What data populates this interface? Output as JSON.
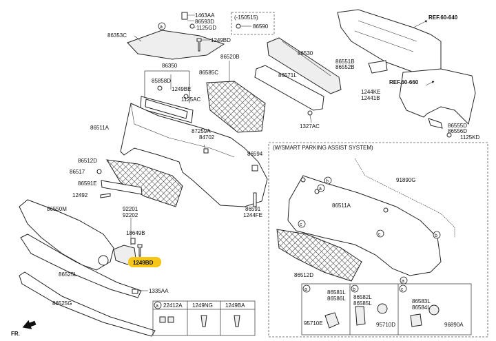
{
  "labels": {
    "p1463aa": "1463AA",
    "p86593d": "86593D",
    "p1125gd": "1125GD",
    "p86353c": "86353C",
    "p150515": "(-150515)",
    "p86590": "86590",
    "ref60640": "REF.60-640",
    "p1249bd_top": "1249BD",
    "p86520b": "86520B",
    "p86530": "86530",
    "p86350": "86350",
    "p85858d": "85858D",
    "p1249be": "1249BE",
    "p1125ac": "1125AC",
    "p86585c": "86585C",
    "p86571l": "86571L",
    "p86551b": "86551B",
    "p86552b": "86552B",
    "ref60660": "REF.60-660",
    "p1244ke": "1244KE",
    "p12441b": "12441B",
    "p86511a": "86511A",
    "p87259a": "87259A",
    "p84702": "84702",
    "p1327ac": "1327AC",
    "p86555d": "86555D",
    "p86556d": "86556D",
    "p1125kd": "1125KD",
    "p86512d": "86512D",
    "p86594": "86594",
    "p86517": "86517",
    "p86591e": "86591E",
    "p12492": "12492",
    "p86591": "86591",
    "p1244fe": "1244FE",
    "p86550m": "86550M",
    "p92201": "92201",
    "p92202": "92202",
    "p18649b": "18649B",
    "p1249bd_hl": "1249BD",
    "p86525l": "86525L",
    "p1335aa": "1335AA",
    "p86525g": "86525G",
    "fr": "FR.",
    "smart_title": "(W/SMART PARKING ASSIST SYSTEM)",
    "p91890g": "91890G",
    "p86511a_b": "86511A",
    "p86512d_b": "86512D",
    "sa_86581l": "86581L",
    "sa_86586l": "86586L",
    "sa_95710e": "95710E",
    "sb_86582l": "86582L",
    "sb_86585l": "86585L",
    "sb_95710d": "95710D",
    "sc_86583l": "86583L",
    "sc_86584l": "86584L",
    "sc_96890a": "96890A",
    "t_22412a": "22412A",
    "t_1249ng": "1249NG",
    "t_1249ba": "1249BA"
  },
  "callouts": {
    "a": "a",
    "b": "b",
    "c": "c"
  },
  "colors": {
    "highlight": "#F5C518",
    "line": "#222222"
  }
}
